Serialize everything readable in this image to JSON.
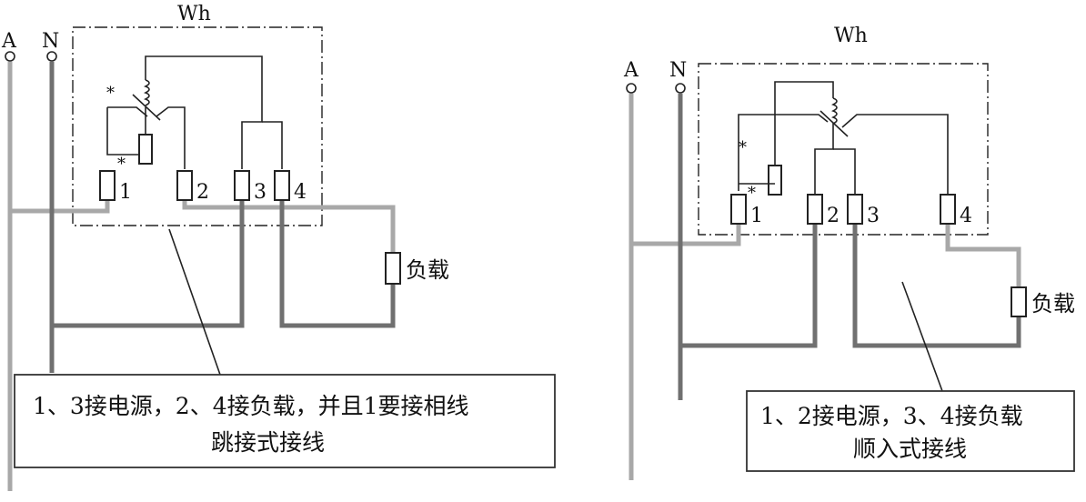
{
  "left": {
    "meter_label": "Wh",
    "line_a": "A",
    "line_n": "N",
    "terminals": [
      "1",
      "2",
      "3",
      "4"
    ],
    "polarity_mark_1": "*",
    "polarity_mark_2": "*",
    "load_label": "负载",
    "caption_line1": "1、3接电源，2、4接负载，并且1要接相线",
    "caption_line2": "跳接式接线"
  },
  "right": {
    "meter_label": "Wh",
    "line_a": "A",
    "line_n": "N",
    "terminals": [
      "1",
      "2",
      "3",
      "4"
    ],
    "polarity_mark_1": "*",
    "polarity_mark_2": "*",
    "load_label": "负载",
    "caption_line1": "1、2接电源，3、4接负载",
    "caption_line2": "顺入式接线"
  },
  "colors": {
    "phase_wire": "#a8a8a8",
    "neutral_wire": "#707070",
    "ink": "#222222"
  }
}
